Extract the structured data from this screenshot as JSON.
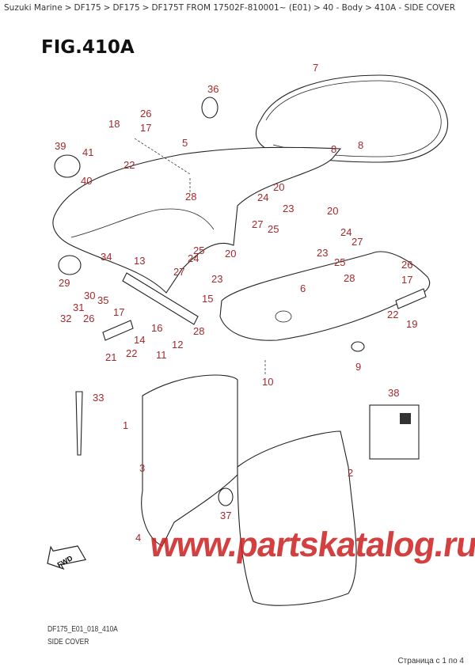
{
  "breadcrumb": [
    "Suzuki Marine",
    "DF175",
    "DF175",
    "DF175T FROM 17502F-810001~ (E01)",
    "40 - Body",
    "410A - SIDE COVER"
  ],
  "breadcrumb_separator": ">",
  "figure_title": "FIG.410A",
  "callouts": [
    "7",
    "36",
    "26",
    "18",
    "17",
    "39",
    "41",
    "5",
    "8",
    "8",
    "40",
    "22",
    "28",
    "20",
    "24",
    "23",
    "27",
    "25",
    "20",
    "24",
    "27",
    "23",
    "25",
    "28",
    "34",
    "13",
    "25",
    "20",
    "24",
    "27",
    "23",
    "29",
    "30",
    "31",
    "32",
    "35",
    "17",
    "26",
    "15",
    "6",
    "26",
    "17",
    "22",
    "19",
    "28",
    "16",
    "14",
    "12",
    "11",
    "22",
    "21",
    "9",
    "10",
    "33",
    "38",
    "1",
    "3",
    "2",
    "37",
    "4"
  ],
  "fwd_label": "FWD",
  "watermark": "www.partskatalog.ru",
  "drawing_code": "DF175_E01_018_410A",
  "drawing_description": "SIDE COVER",
  "pagination": "Страница с 1 по 4",
  "colors": {
    "callout": "#a5282c",
    "watermark": "#cd1e1e"
  }
}
